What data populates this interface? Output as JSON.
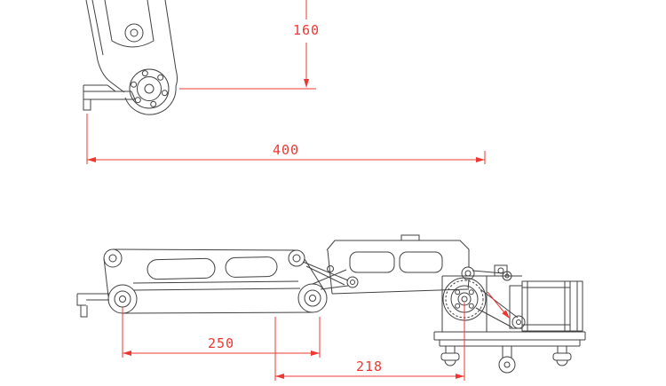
{
  "colors": {
    "dimension": "#ed3831",
    "line": "#404040",
    "background": "#ffffff"
  },
  "dims": {
    "d160": "160",
    "d400": "400",
    "d250": "250",
    "d218": "218"
  }
}
